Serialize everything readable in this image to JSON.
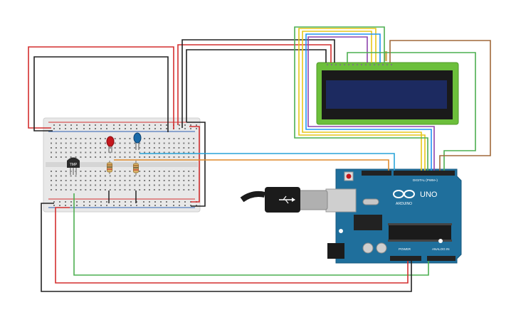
{
  "arduino": {
    "brand_text": "ARDUINO",
    "model_text": "UNO",
    "digital_header_label": "DIGITAL (PWM~)",
    "power_header_label": "POWER",
    "analog_header_label": "ANALOG IN",
    "board_color": "#1f6f9c"
  },
  "sensor": {
    "chip_label": "TMP"
  },
  "leds": [
    {
      "color_name": "red",
      "color": "#c4161c"
    },
    {
      "color_name": "blue",
      "color": "#1a6aa8"
    }
  ],
  "lcd": {
    "pcb_color": "#6cbf3b",
    "screen_color": "#1c2a60"
  },
  "wire_colors": {
    "red": "#d32f2f",
    "black": "#222222",
    "green": "#4caf50",
    "blue": "#2196f3",
    "orange": "#e08a2c",
    "yellow": "#e6c619",
    "purple": "#8e44ad",
    "brown": "#a0693a",
    "cyan": "#29a3d8"
  }
}
